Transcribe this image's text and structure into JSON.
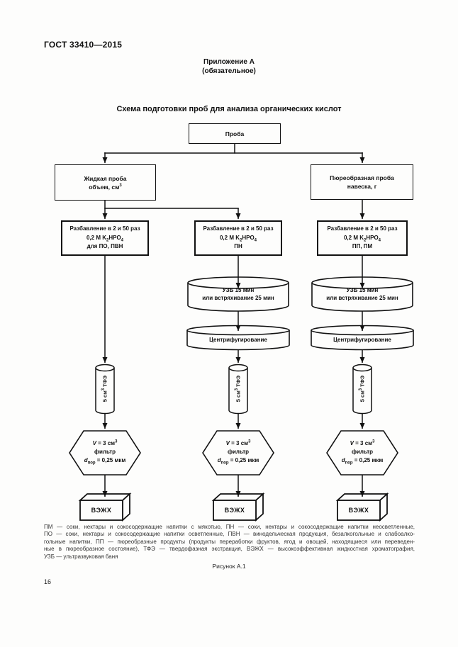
{
  "page": {
    "doc_number": "ГОСТ 33410—2015",
    "appendix_heading": "Приложение А",
    "appendix_type": "(обязательное)",
    "diagram_title": "Схема подготовки проб для анализа органических кислот",
    "figure_caption": "Рисунок А.1",
    "page_number": "16"
  },
  "flowchart": {
    "sample": "Проба",
    "liquid_sample": {
      "line1": "Жидкая проба",
      "line2": "объем, см",
      "line2_sup": "3"
    },
    "puree_sample": {
      "line1": "Пюреобразная проба",
      "line2": "навеска, г"
    },
    "dilution_line1": "Разбавление в 2 и 50 раз",
    "dilution_formula": {
      "p1": "0,2 М K",
      "s1": "2",
      "p2": "HPO",
      "s2": "4"
    },
    "dilution_left_line3": "для ПО, ПВН",
    "dilution_center_line3": "ПН",
    "dilution_right_line3": "ПП, ПМ",
    "ultrasonic_line1": "УЗБ 15 мин",
    "ultrasonic_line2": "или встряхивание 25 мин",
    "centrifuge": "Центрифугирование",
    "spe": {
      "p1": "5 см",
      "s1": "3",
      "p2": " ТФЭ"
    },
    "filter": {
      "v": "V",
      "p1": " = 3 см",
      "s1": "3",
      "line2": "фильтр",
      "d": "d",
      "dsub": "пор",
      "p2": " = 0,25 мкм"
    },
    "hplc": "ВЭЖХ"
  },
  "footnote": {
    "lines": [
      "ПМ — соки, нектары и сокосодержащие напитки с мякотью, ПН — соки, нектары и сокосодержащие напитки неосветленные,",
      "ПО — соки, нектары и сокосодержащие напитки осветленные, ПВН — винодельческая продукция, безалкогольные и слабоалко-",
      "гольные напитки, ПП — пюреобразные продукты (продукты переработки фруктов, ягод и овощей, находящиеся или переведен-",
      "ные в пюреобразное состояние), ТФЭ — твердофазная экстракция, ВЭЖХ — высокоэффективная жидкостная хроматография,",
      "УЗБ — ультразвуковая баня"
    ]
  }
}
